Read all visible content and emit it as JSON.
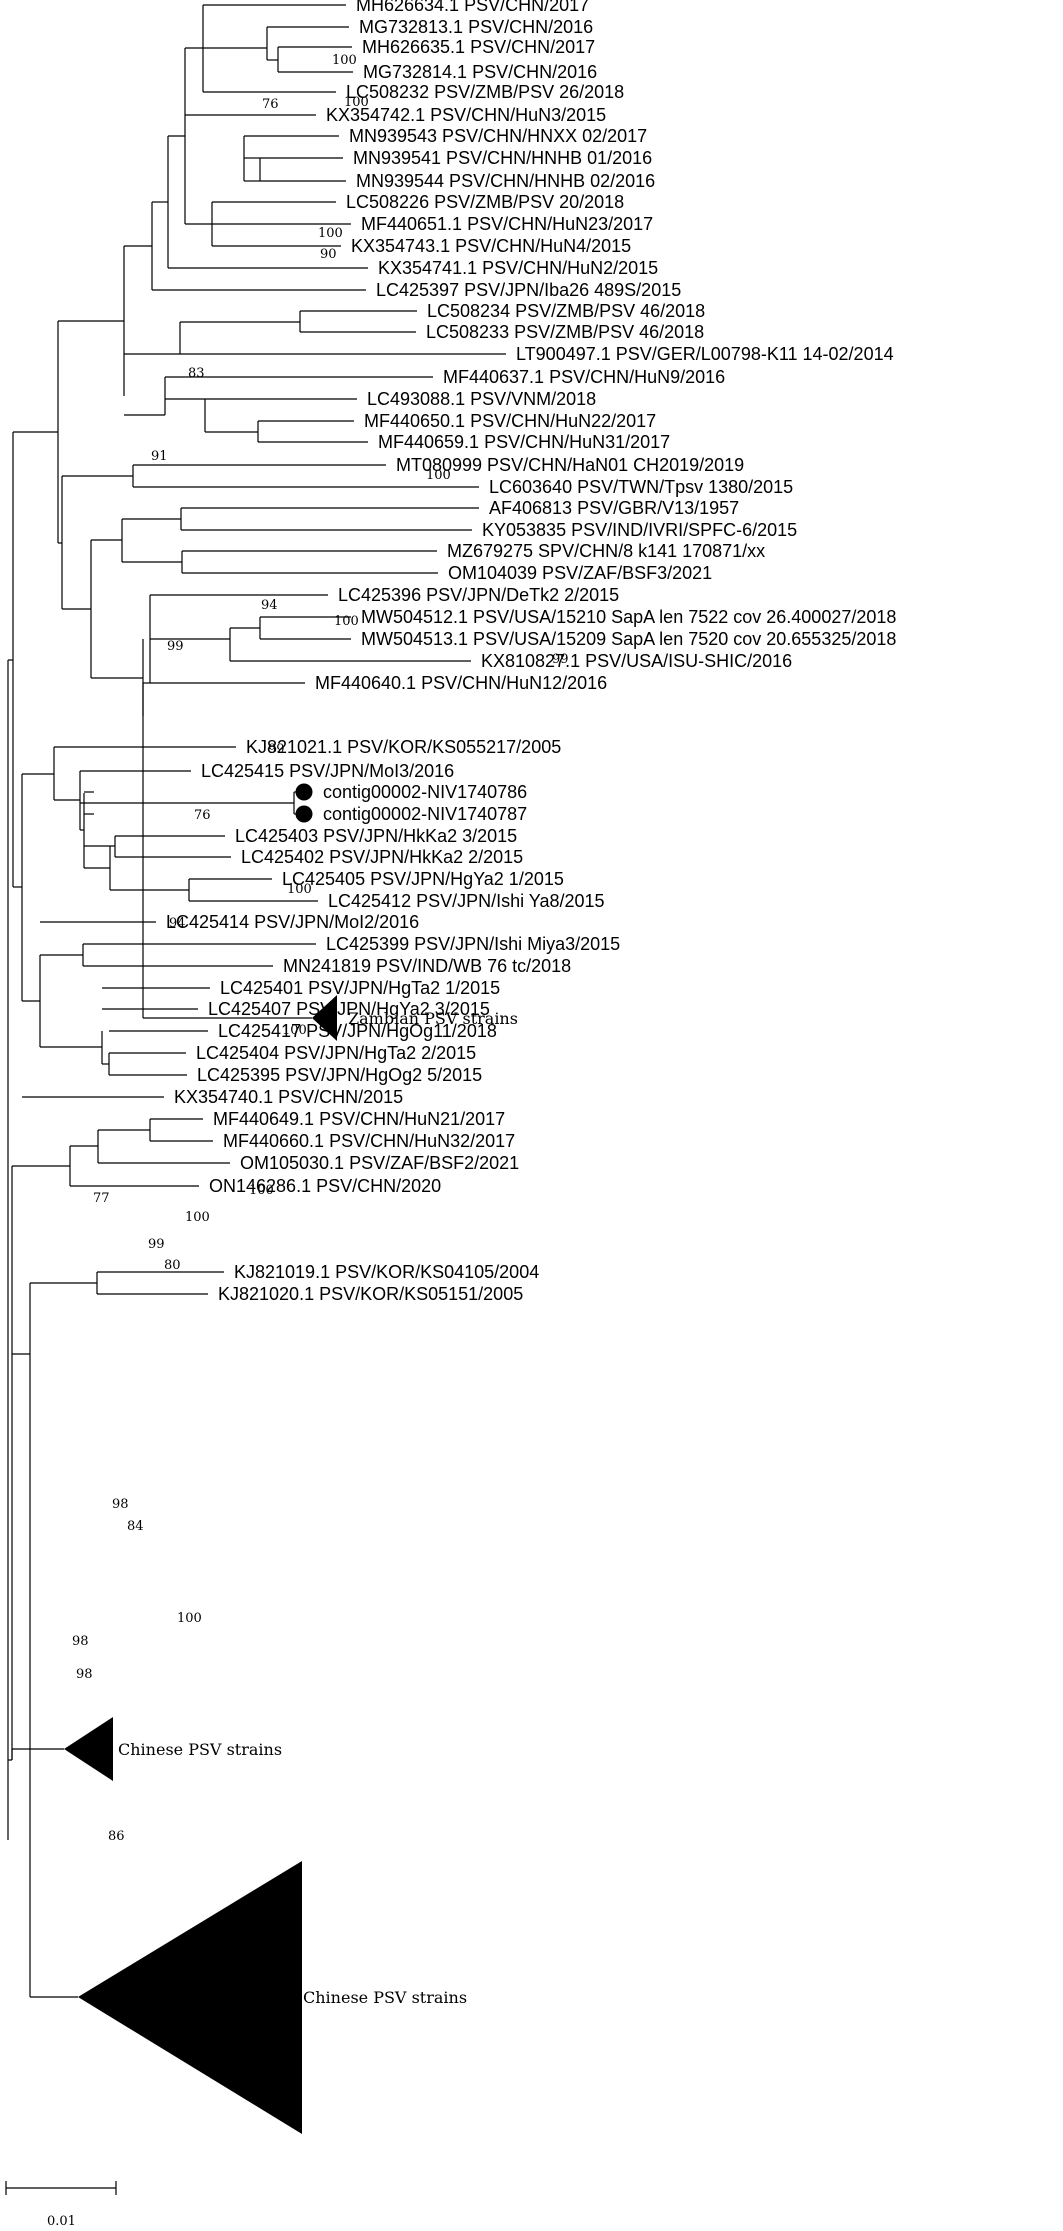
{
  "tree": {
    "taxa": [
      "MH626634.1 PSV/CHN/2017",
      "MG732813.1 PSV/CHN/2016",
      "MH626635.1 PSV/CHN/2017",
      "MG732814.1 PSV/CHN/2016",
      "LC508232 PSV/ZMB/PSV 26/2018",
      "KX354742.1 PSV/CHN/HuN3/2015",
      "MN939543 PSV/CHN/HNXX 02/2017",
      "MN939541 PSV/CHN/HNHB 01/2016",
      "MN939544 PSV/CHN/HNHB 02/2016",
      "LC508226 PSV/ZMB/PSV 20/2018",
      "MF440651.1 PSV/CHN/HuN23/2017",
      "KX354743.1 PSV/CHN/HuN4/2015",
      "KX354741.1 PSV/CHN/HuN2/2015",
      "LC425397 PSV/JPN/Iba26 489S/2015",
      "LC508234 PSV/ZMB/PSV 46/2018",
      "LC508233 PSV/ZMB/PSV 46/2018",
      "LT900497.1 PSV/GER/L00798-K11 14-02/2014",
      "MF440637.1 PSV/CHN/HuN9/2016",
      "LC493088.1 PSV/VNM/2018",
      "MF440650.1 PSV/CHN/HuN22/2017",
      "MF440659.1 PSV/CHN/HuN31/2017",
      "MT080999 PSV/CHN/HaN01 CH2019/2019",
      "LC603640 PSV/TWN/Tpsv 1380/2015",
      "AF406813 PSV/GBR/V13/1957",
      "KY053835 PSV/IND/IVRI/SPFC-6/2015",
      "MZ679275 SPV/CHN/8 k141 170871/xx",
      "OM104039 PSV/ZAF/BSF3/2021",
      "LC425396 PSV/JPN/DeTk2 2/2015",
      "MW504512.1 PSV/USA/15210 SapA len 7522 cov 26.400027/2018",
      "MW504513.1 PSV/USA/15209 SapA len 7520 cov 20.655325/2018",
      "KX810827.1 PSV/USA/ISU-SHIC/2016",
      "MF440640.1 PSV/CHN/HuN12/2016",
      "KJ821021.1 PSV/KOR/KS055217/2005",
      "LC425415 PSV/JPN/MoI3/2016",
      "contig00002-NIV1740786",
      "contig00002-NIV1740787",
      "LC425403 PSV/JPN/HkKa2 3/2015",
      "LC425402 PSV/JPN/HkKa2 2/2015",
      "LC425405 PSV/JPN/HgYa2 1/2015",
      "LC425412 PSV/JPN/Ishi Ya8/2015",
      "LC425414 PSV/JPN/MoI2/2016",
      "LC425399 PSV/JPN/Ishi Miya3/2015",
      "MN241819 PSV/IND/WB 76 tc/2018",
      "LC425401 PSV/JPN/HgTa2 1/2015",
      "LC425407 PSV/JPN/HgYa2 3/2015",
      "LC425417 PSV/JPN/HgOg11/2018",
      "LC425404 PSV/JPN/HgTa2 2/2015",
      "LC425395 PSV/JPN/HgOg2 5/2015",
      "KX354740.1 PSV/CHN/2015",
      "MF440649.1 PSV/CHN/HuN21/2017",
      "MF440660.1 PSV/CHN/HuN32/2017",
      "OM105030.1 PSV/ZAF/BSF2/2021",
      "ON146286.1 PSV/CHN/2020",
      "KJ821019.1 PSV/KOR/KS04105/2004",
      "KJ821020.1 PSV/KOR/KS05151/2005"
    ],
    "collapsed_clades": [
      "Zambian PSV strains",
      "Chinese PSV strains",
      "Chinese PSV strains"
    ],
    "bootstrap": [
      "100",
      "100",
      "76",
      "100",
      "90",
      "83",
      "91",
      "100",
      "94",
      "100",
      "99",
      "99",
      "76",
      "99",
      "100",
      "94",
      "100",
      "100",
      "77",
      "100",
      "99",
      "80",
      "98",
      "84",
      "100",
      "98",
      "98",
      "86"
    ],
    "scale_label": "0.01"
  }
}
